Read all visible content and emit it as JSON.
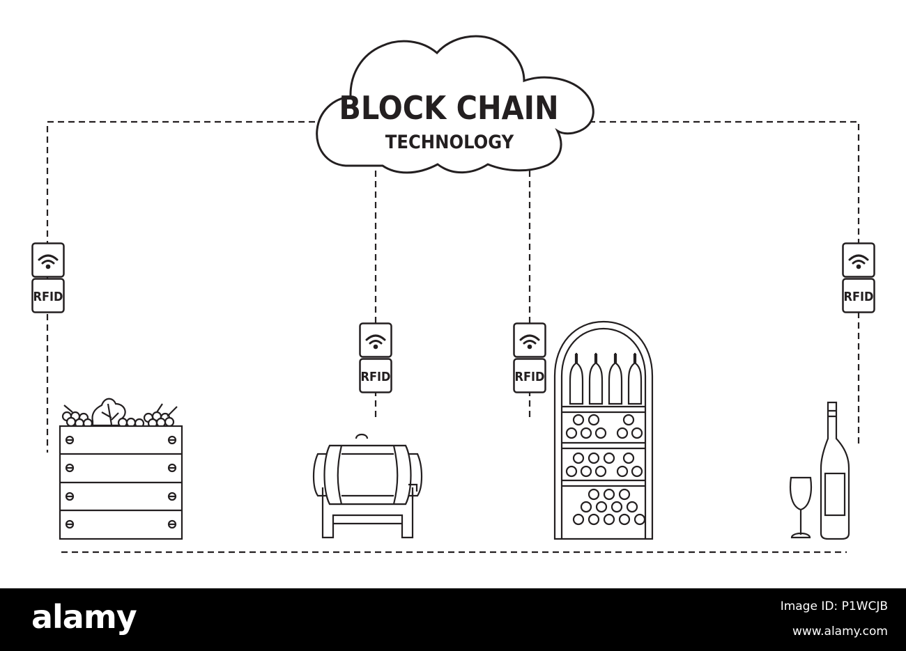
{
  "title_line1": "BLOCK CHAIN",
  "title_line2": "TECHNOLOGY",
  "tag_label": "RFID",
  "watermark": {
    "brand": "alamy",
    "stock_id": "Image ID: P1WCJB",
    "url": "www.alamy.com"
  },
  "colors": {
    "ink": "#231f20",
    "background": "#ffffff",
    "footer": "#000000"
  },
  "icons": [
    "cloud-icon",
    "rfid-wifi-icon",
    "grape-crate-icon",
    "wine-barrel-icon",
    "wine-rack-icon",
    "wine-glass-icon",
    "wine-bottle-icon"
  ]
}
